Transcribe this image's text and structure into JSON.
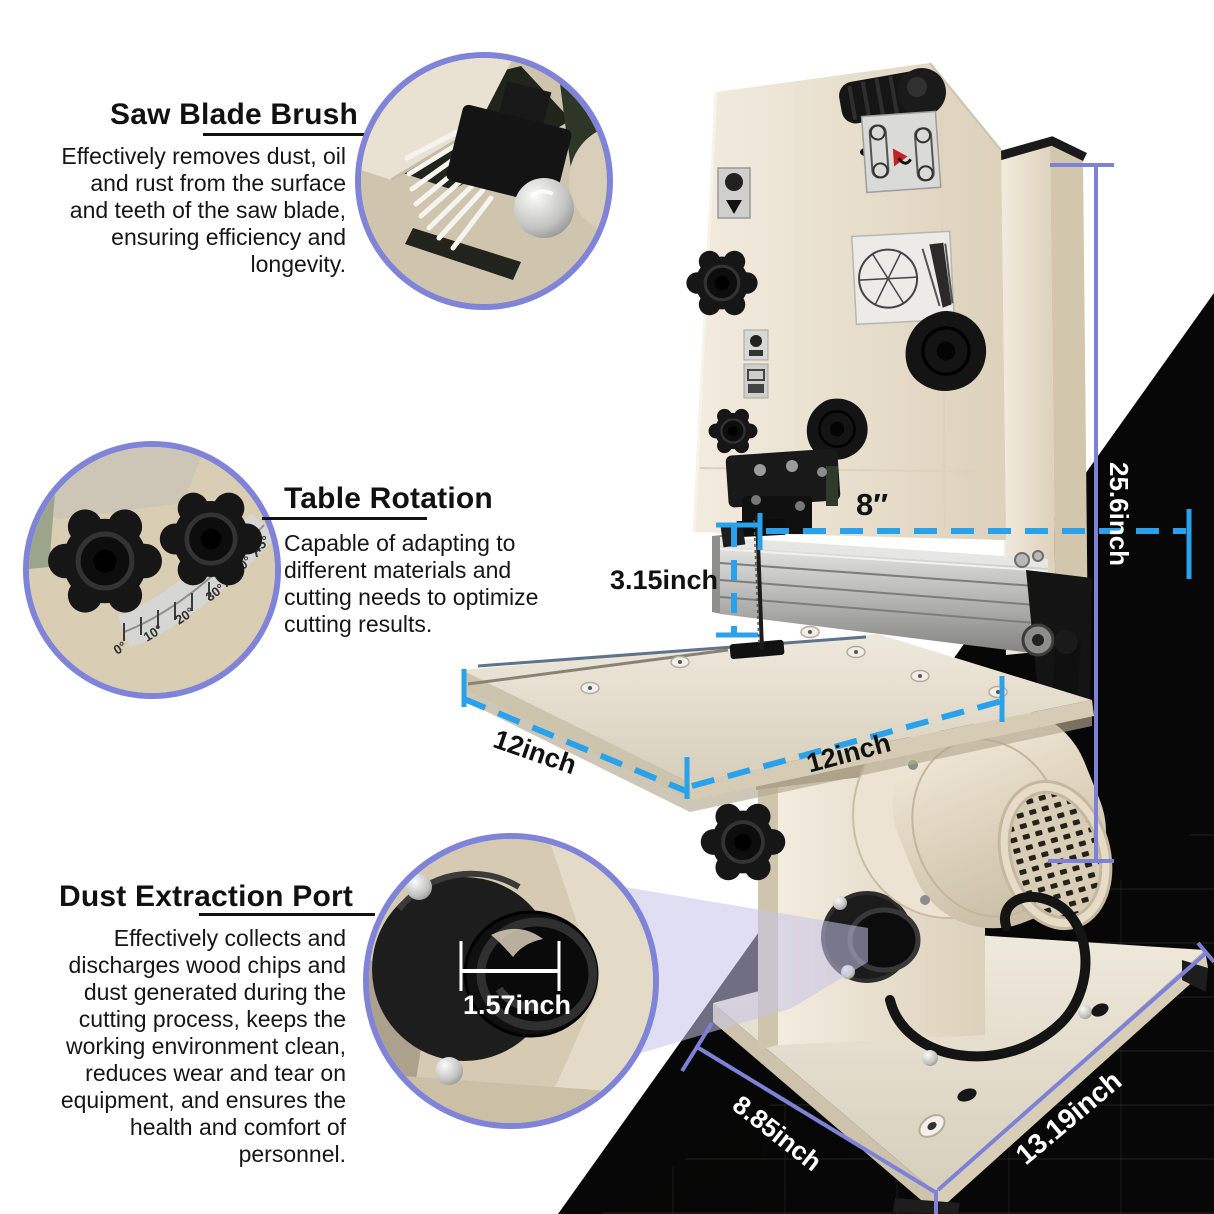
{
  "callouts": {
    "saw_blade_brush": {
      "title": "Saw Blade Brush",
      "description": "Effectively removes dust, oil and rust from the surface and teeth of the saw blade, ensuring efficiency and longevity."
    },
    "table_rotation": {
      "title": "Table Rotation",
      "description": "Capable of adapting to different materials and cutting needs to optimize cutting results."
    },
    "dust_extraction_port": {
      "title": "Dust Extraction Port",
      "description": "Effectively collects and discharges wood chips and dust generated during the cutting process, keeps the working environment clean, reduces wear and tear on equipment, and ensures the health and comfort of personnel."
    }
  },
  "dimensions": {
    "blade_to_frame_width": "8″",
    "cutting_height": "3.15inch",
    "machine_height": "25.6inch",
    "table_depth": "12inch",
    "table_width": "12inch",
    "port_diameter": "1.57inch",
    "base_depth": "8.85inch",
    "base_width": "13.19inch"
  },
  "angle_scale": {
    "labels": [
      "0°",
      "10°",
      "20°",
      "30°",
      "40°",
      "45°"
    ]
  },
  "colors": {
    "dashed_dimension_blue": "#2aa2eb",
    "solid_dimension_purple": "#7e82d6",
    "callout_ring_purple": "#8084d8",
    "machine_body_cream": "#ebe2d0",
    "background_dark": "#070707"
  }
}
